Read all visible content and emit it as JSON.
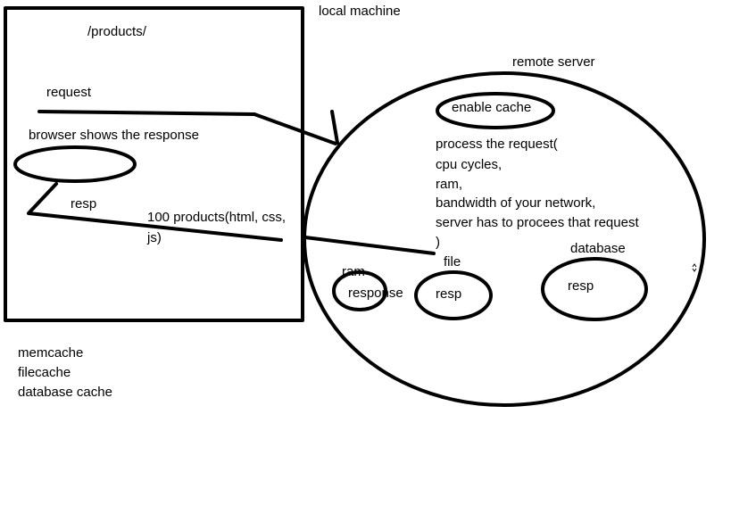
{
  "labels": {
    "local_machine": "local machine",
    "products_path": "/products/",
    "request": "request",
    "browser_shows": "browser shows the response",
    "resp_local": "resp",
    "products_line1": "100 products(html, css,",
    "products_line2": "js)",
    "cache_types": [
      "memcache",
      "filecache",
      "database cache"
    ],
    "remote_server": "remote server",
    "enable_cache": "enable cache",
    "process_lines": [
      "process the request(",
      "cpu cycles,",
      "ram,",
      "bandwidth of your network,",
      "server has to procees that request",
      ")"
    ],
    "ram": "ram",
    "file": "file",
    "database": "database",
    "response": "response",
    "resp_file": "resp",
    "resp_db": "resp"
  },
  "colors": {
    "ink": "#000000",
    "background": "#ffffff"
  }
}
